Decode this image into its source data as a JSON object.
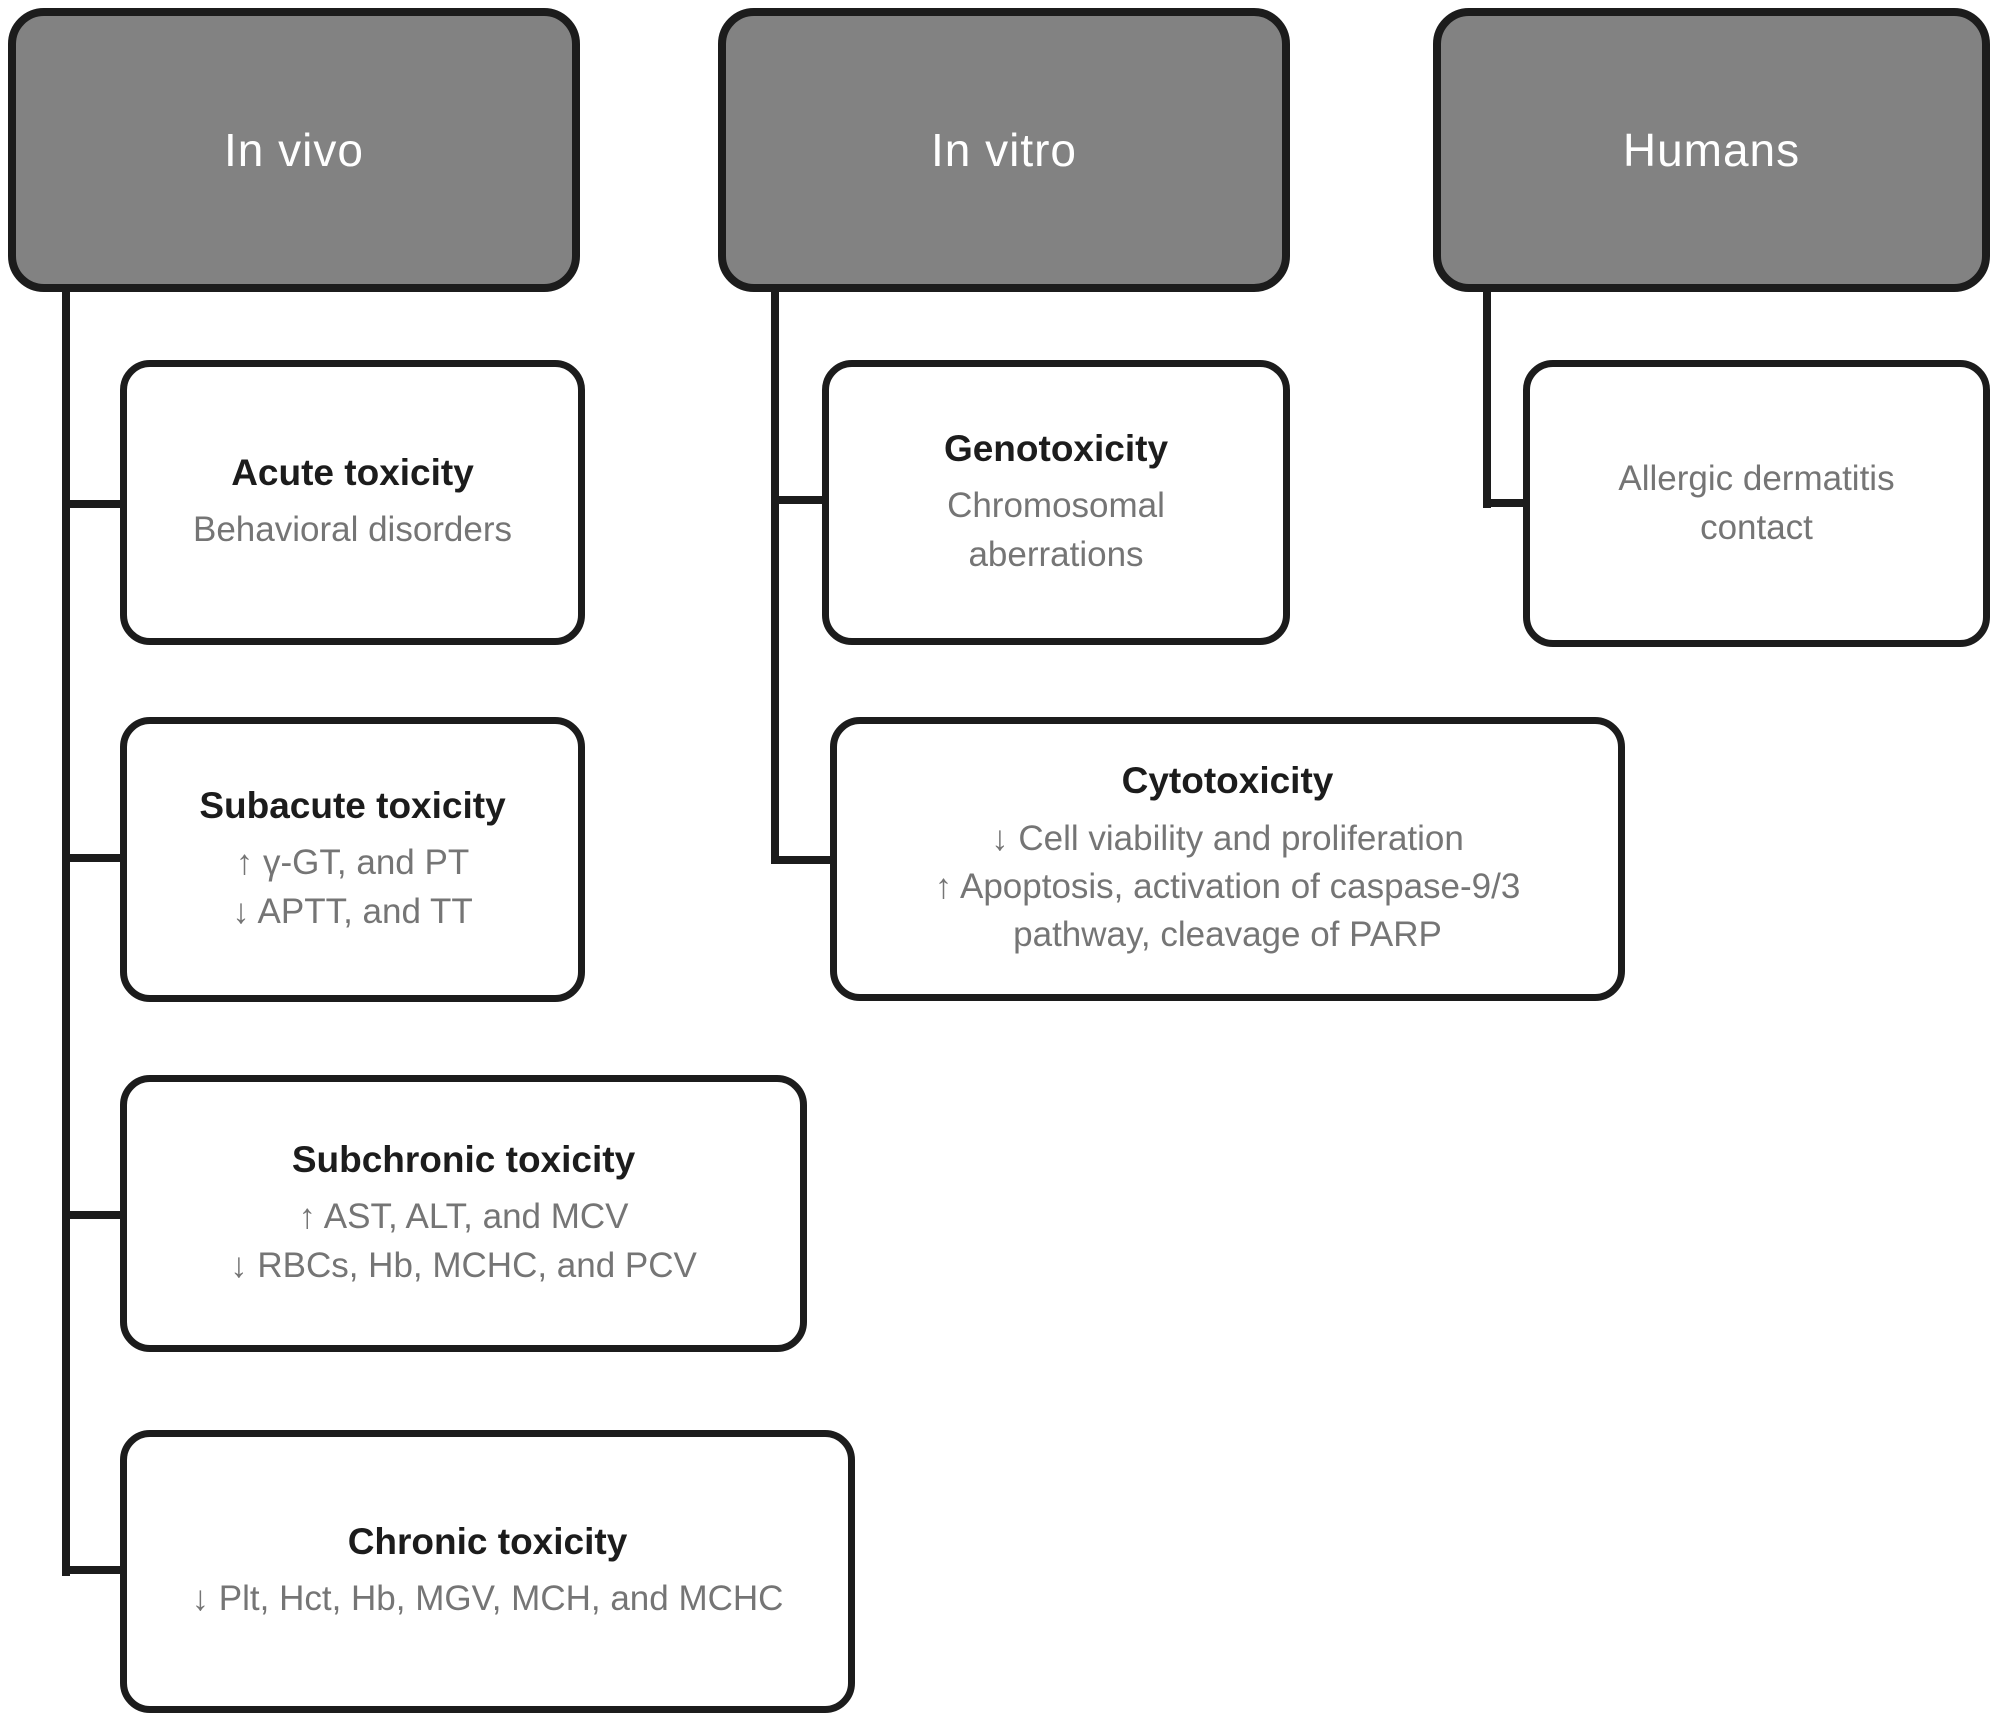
{
  "diagram": {
    "colors": {
      "background": "#ffffff",
      "header_fill": "#828282",
      "header_text": "#ffffff",
      "line_color": "#1c1c1c",
      "title_text": "#1c1c1c",
      "body_text": "#757575"
    },
    "columns": [
      {
        "id": "in-vivo",
        "header": "In vivo",
        "children": [
          {
            "title": "Acute toxicity",
            "lines": [
              "Behavioral disorders"
            ]
          },
          {
            "title": "Subacute toxicity",
            "lines": [
              "↑ γ-GT, and PT",
              "↓ APTT, and TT"
            ]
          },
          {
            "title": "Subchronic toxicity",
            "lines": [
              "↑ AST, ALT, and MCV",
              "↓ RBCs, Hb, MCHC, and PCV"
            ]
          },
          {
            "title": "Chronic toxicity",
            "lines": [
              "↓ Plt, Hct, Hb, MGV, MCH, and MCHC"
            ]
          }
        ]
      },
      {
        "id": "in-vitro",
        "header": "In vitro",
        "children": [
          {
            "title": "Genotoxicity",
            "lines": [
              "Chromosomal aberrations"
            ]
          },
          {
            "title": "Cytotoxicity",
            "lines": [
              "↓ Cell viability and proliferation",
              "↑ Apoptosis, activation of caspase-9/3 pathway, cleavage of PARP"
            ]
          }
        ]
      },
      {
        "id": "humans",
        "header": "Humans",
        "children": [
          {
            "title": "",
            "lines": [
              "Allergic dermatitis contact"
            ]
          }
        ]
      }
    ]
  }
}
